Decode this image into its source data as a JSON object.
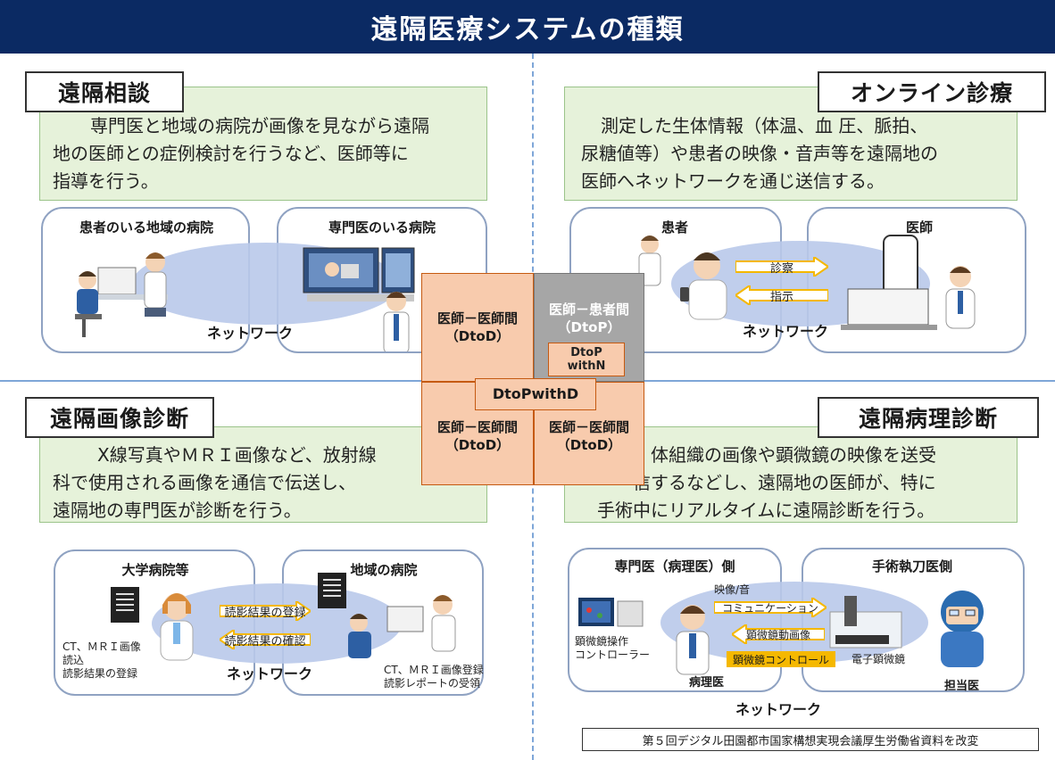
{
  "header": {
    "title": "遠隔医療システムの種類"
  },
  "consult": {
    "title": "遠隔相談",
    "desc": [
      "専門医と地域の病院が画像を見ながら遠隔",
      "地の医師との症例検討を行うなど、医師等に",
      "指導を行う。"
    ],
    "left_label": "患者のいる地域の病院",
    "right_label": "専門医のいる病院",
    "network": "ネットワーク"
  },
  "online": {
    "title": "オンライン診療",
    "desc": [
      "測定した生体情報（体温、血 圧、脈拍、",
      "尿糖値等）や患者の映像・音声等を遠隔地の",
      "医師へネットワークを通じ送信する。"
    ],
    "left_label": "患者",
    "right_label": "医師",
    "arrow_right": "診察",
    "arrow_left": "指示",
    "network": "ネットワーク"
  },
  "imaging": {
    "title": "遠隔画像診断",
    "desc": [
      "X線写真やＭＲＩ画像など、放射線",
      "科で使用される画像を通信で伝送し、",
      "遠隔地の専門医が診断を行う。"
    ],
    "left_label": "大学病院等",
    "right_label": "地域の病院",
    "arrow_right": "読影結果の登録",
    "arrow_left": "読影結果の確認",
    "left_note": [
      "CT、ＭＲＩ画像",
      "読込",
      "読影結果の登録"
    ],
    "right_note": [
      "CT、ＭＲＩ画像登録",
      "読影レポートの受領"
    ],
    "network": "ネットワーク"
  },
  "pathology": {
    "title": "遠隔病理診断",
    "desc": [
      "体組織の画像や顕微鏡の映像を送受",
      "信するなどし、遠隔地の医師が、特に",
      "手術中にリアルタイムに遠隔診断を行う。"
    ],
    "left_label": "専門医（病理医）側",
    "right_label": "手術執刀医側",
    "arrow_right": "映像/音\nコミュニケーション",
    "arrow_left": "顕微鏡動画像",
    "arrow_bottom": "顕微鏡コントロール",
    "left_note": [
      "顕微鏡操作",
      "コントローラー"
    ],
    "right_note": "電子顕微鏡",
    "left_person": "病理医",
    "right_person": "担当医",
    "network": "ネットワーク"
  },
  "center": {
    "top_left": [
      "医師－医師間",
      "（DtoD）"
    ],
    "top_right": [
      "医師－患者間",
      "（DtoP）"
    ],
    "top_right_inner": [
      "DtoP",
      "withN"
    ],
    "middle": "DtoPwithD",
    "bottom_left": [
      "医師－医師間",
      "（DtoD）"
    ],
    "bottom_right": [
      "医師－医師間",
      "（DtoD）"
    ]
  },
  "credit": "第５回デジタル田園都市国家構想実現会議厚生労働省資料を改変",
  "colors": {
    "header_bg": "#0b2a63",
    "desc_bg": "#e6f2da",
    "center_orange": "#f8cbad",
    "center_gray": "#a6a6a6",
    "arrow": "#f5b800"
  }
}
